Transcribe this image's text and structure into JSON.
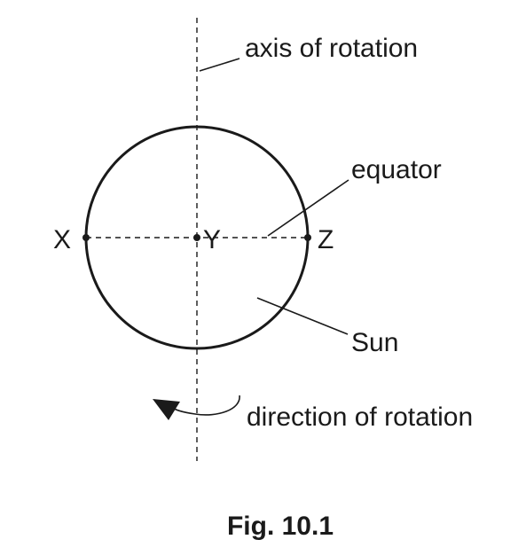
{
  "diagram": {
    "labels": {
      "axis": "axis of rotation",
      "equator": "equator",
      "point_x": "X",
      "point_y": "Y",
      "point_z": "Z",
      "sun": "Sun",
      "direction": "direction of rotation"
    },
    "caption": "Fig. 10.1"
  }
}
